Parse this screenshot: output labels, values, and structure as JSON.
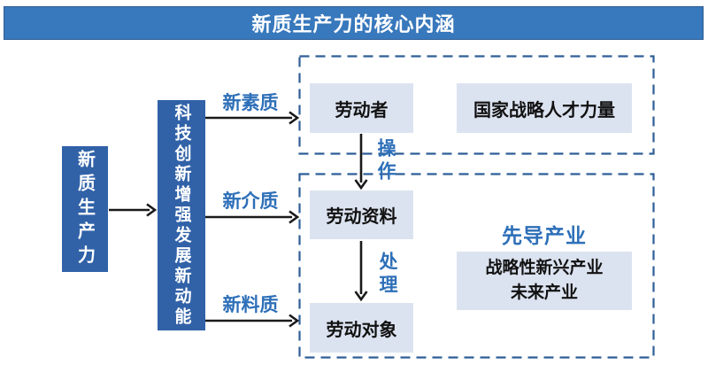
{
  "header": {
    "title": "新质生产力的核心内涵"
  },
  "source_box": {
    "label": "新质生产力"
  },
  "driver_box": {
    "label": "科技创新增强发展新动能"
  },
  "flow_labels": {
    "quality": "新素质",
    "medium": "新介质",
    "material": "新料质"
  },
  "process_labels": {
    "operate": "操作",
    "handle": "处理"
  },
  "top_group": {
    "worker": "劳动者",
    "talent": "国家战略人才力量"
  },
  "bottom_group": {
    "materials": "劳动资料",
    "objects": "劳动对象",
    "leading_title": "先导产业",
    "industry_line1": "战略性新兴产业",
    "industry_line2": "未来产业"
  },
  "colors": {
    "header_bg": "#3878BC",
    "solid_box_bg": "#3162A8",
    "light_box_bg": "#DCE3F0",
    "dashed_border": "#2E5E96",
    "accent_text": "#2D6FB8",
    "arrow": "#1A1A1A"
  }
}
